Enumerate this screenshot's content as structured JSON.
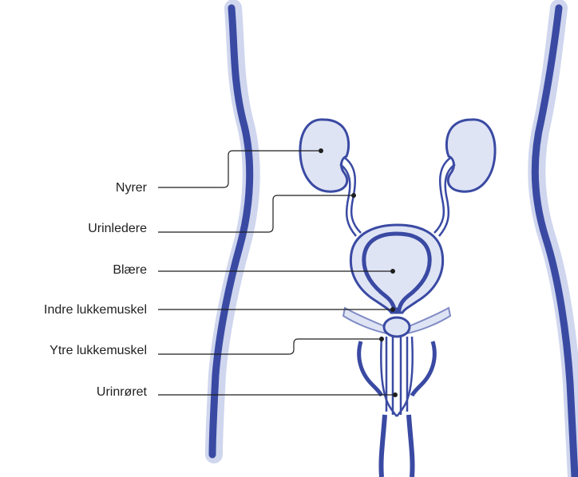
{
  "labels": {
    "kidneys": "Nyrer",
    "ureters": "Urinledere",
    "bladder": "Blære",
    "internal_sphincter": "Indre lukkemuskel",
    "external_sphincter": "Ytre lukkemuskel",
    "urethra": "Urinrøret"
  },
  "colors": {
    "outline": "#3a4aa3",
    "fill": "#dfe4f5",
    "light_band": "#cfd6ee",
    "leader": "#1f1f1f",
    "text": "#1f1f1f"
  }
}
